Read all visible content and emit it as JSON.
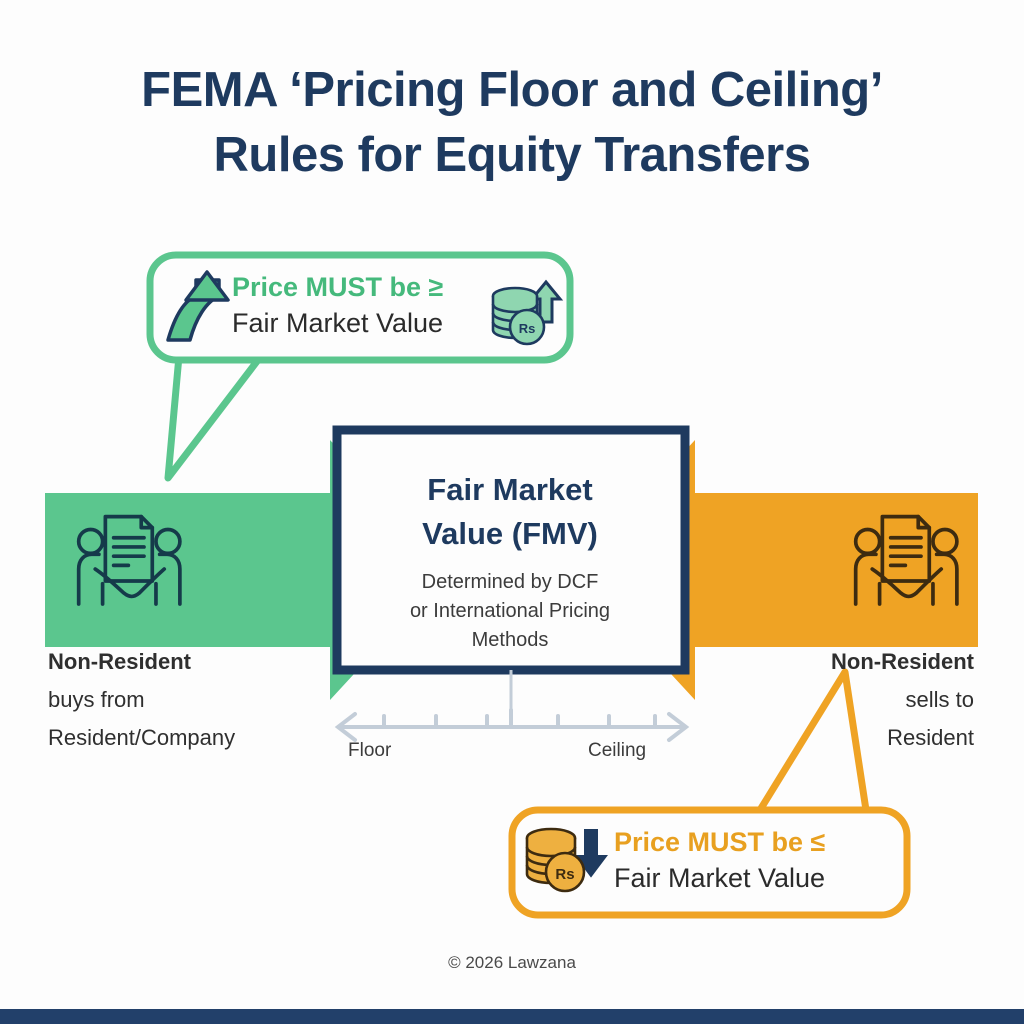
{
  "page": {
    "title_lines": [
      "FEMA ‘Pricing Floor and Ceiling’",
      "Rules for Equity Transfers"
    ],
    "footer": "© 2026 Lawzana",
    "background": "#fdfdfd",
    "bottom_bar_color": "#22406a"
  },
  "colors": {
    "navy": "#1e3a5f",
    "green": "#5bc68e",
    "green_text": "#45b97c",
    "orange": "#efa324",
    "orange_text": "#e8a020",
    "dark_text": "#2b2b2b",
    "axis_gray": "#c3cdd8"
  },
  "center_box": {
    "heading_lines": [
      "Fair Market",
      "Value (FMV)"
    ],
    "subtitle_lines": [
      "Determined by DCF",
      "or International Pricing",
      "Methods"
    ],
    "border_color": "#1e3a5f"
  },
  "scale": {
    "floor_label": "Floor",
    "ceiling_label": "Ceiling",
    "ticks": 7
  },
  "green_flow": {
    "bubble": {
      "line1": "Price MUST be ≥",
      "line2": "Fair Market Value",
      "left_icon": "arrow-up-curved-icon",
      "right_icon": "rupee-coins-up-icon",
      "border_color": "#5bc68e"
    },
    "arrow_direction": "right",
    "arrow_icon": "handshake-document-icon",
    "label_lines": [
      "Non-Resident",
      "buys from",
      "Resident/Company"
    ],
    "label_bold_index": 0
  },
  "orange_flow": {
    "bubble": {
      "line1": "Price MUST be ≤",
      "line2": "Fair Market Value",
      "left_icon": "rupee-coins-down-icon",
      "border_color": "#efa324"
    },
    "arrow_direction": "left",
    "arrow_icon": "handshake-document-icon",
    "label_lines": [
      "Non-Resident",
      "sells to",
      "Resident"
    ],
    "label_bold_index": 0
  }
}
